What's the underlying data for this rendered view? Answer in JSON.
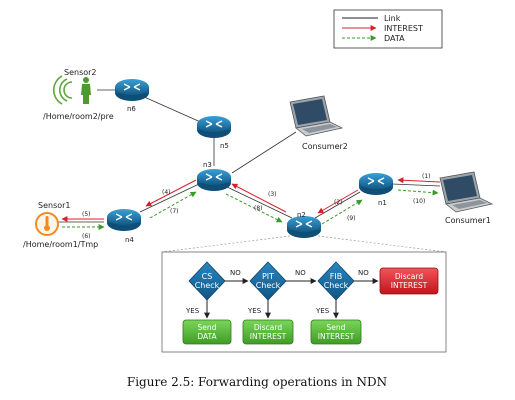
{
  "legend": {
    "link": "Link",
    "interest": "INTEREST",
    "data": "DATA"
  },
  "nodes": {
    "n1": "n1",
    "n2": "n2",
    "n3": "n3",
    "n4": "n4",
    "n5": "n5",
    "n6": "n6"
  },
  "sensors": {
    "sensor1": {
      "name": "Sensor1",
      "path": "/Home/room1/Tmp"
    },
    "sensor2": {
      "name": "Sensor2",
      "path": "/Home/room2/pre"
    }
  },
  "consumers": {
    "consumer1": "Consumer1",
    "consumer2": "Consumer2"
  },
  "steps": {
    "s1": "(1)",
    "s2": "(2)",
    "s3": "(3)",
    "s4": "(4)",
    "s5": "(5)",
    "s6": "(6)",
    "s7": "(7)",
    "s8": "(8)",
    "s9": "(9)",
    "s10": "(10)"
  },
  "flowchart": {
    "cs": [
      "CS",
      "Check"
    ],
    "pit": [
      "PIT",
      "Check"
    ],
    "fib": [
      "FIB",
      "Check"
    ],
    "no": "NO",
    "yes": "YES",
    "send_data": [
      "Send",
      "DATA"
    ],
    "discard_interest_1": [
      "Discard",
      "INTEREST"
    ],
    "send_interest": [
      "Send",
      "INTEREST"
    ],
    "discard_interest_2": [
      "Discard",
      "INTEREST"
    ]
  },
  "caption": "Figure 2.5: Forwarding operations in NDN",
  "colors": {
    "router": "#1a6fa0",
    "interest": "#d9202a",
    "data": "#3a9a2a",
    "diamond": "#1b6ea3",
    "green_box": "#5cbf3a",
    "red_box": "#e0262e"
  }
}
